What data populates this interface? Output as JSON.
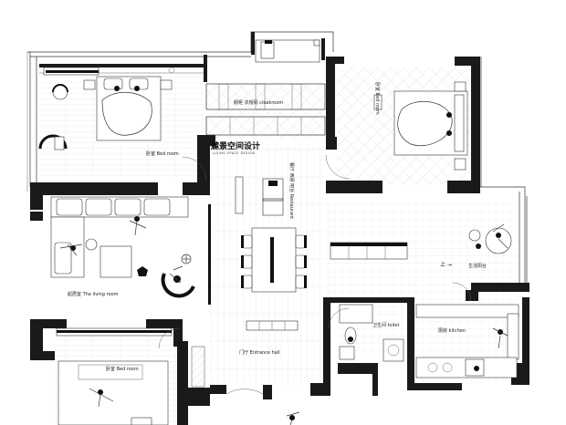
{
  "logo": {
    "name": "麓景空间设计",
    "subtitle": "LUJING SPACE DESIGN"
  },
  "rooms": {
    "bedroom_top_left": "卧室  Bed room",
    "cloakroom": "橱柜 衣帽间  cloakroom",
    "bedroom_top_right": "卧室  Bed room",
    "restaurant": "餐厅 西厨 吧台  Restaurant",
    "living_room": "起居室    The living room",
    "balcony": "生活阳台",
    "balcony_step": "上 →",
    "toilet": "卫生间  toilet",
    "kitchen": "厕房    kitchen",
    "entrance_hall": "门厅  Entrance hall",
    "bedroom_bottom_left": "卧室  Bed room"
  }
}
